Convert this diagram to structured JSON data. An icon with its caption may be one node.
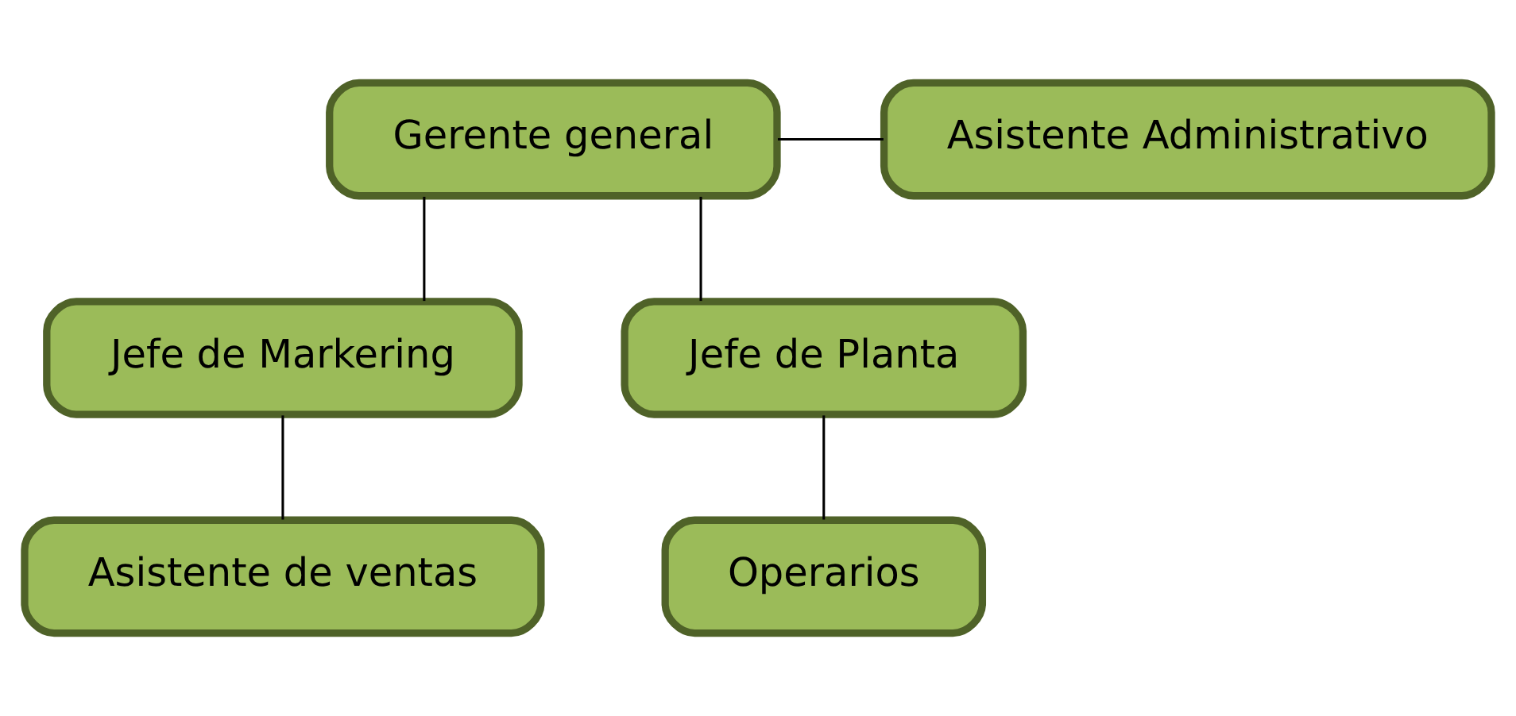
{
  "diagram": {
    "nodes": [
      {
        "text": [
          "Gerente general"
        ]
      },
      {
        "text": [
          "Asistente Administrativo"
        ]
      },
      {
        "text": [
          "Jefe de Markering"
        ]
      },
      {
        "text": [
          "Jefe de Planta"
        ]
      },
      {
        "text": [
          "Asistente de ventas"
        ]
      },
      {
        "text": [
          "Operarios"
        ]
      }
    ],
    "edges": [
      {
        "from": 0,
        "to": 1,
        "arrow": "none"
      },
      {
        "from": 0,
        "to": 2,
        "arrow": "none"
      },
      {
        "from": 0,
        "to": 3,
        "arrow": "none"
      },
      {
        "from": 2,
        "to": 4,
        "arrow": "none"
      },
      {
        "from": 3,
        "to": 5,
        "arrow": "none"
      }
    ]
  }
}
